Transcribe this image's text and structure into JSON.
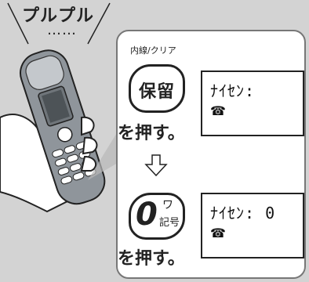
{
  "sound_text": "プルプル",
  "dots": "……",
  "step1": {
    "key_caption": "内線/クリア",
    "key_label": "保留",
    "press_text": "を押す。",
    "lcd_text": "ﾅｲｾﾝ:",
    "lcd_icon": "☎"
  },
  "step2": {
    "key_digit": "0",
    "key_kana": "ワ",
    "key_kigo": "記号",
    "press_text": "を押す。",
    "lcd_text": "ﾅｲｾﾝ: 0",
    "lcd_icon": "☎"
  },
  "icons": {
    "arrow": "down-arrow-icon",
    "phone": "handset-phone-icon",
    "tel": "telephone-icon"
  },
  "colors": {
    "background": "#d3d3d3",
    "panel": "#ffffff",
    "ink": "#222222"
  }
}
